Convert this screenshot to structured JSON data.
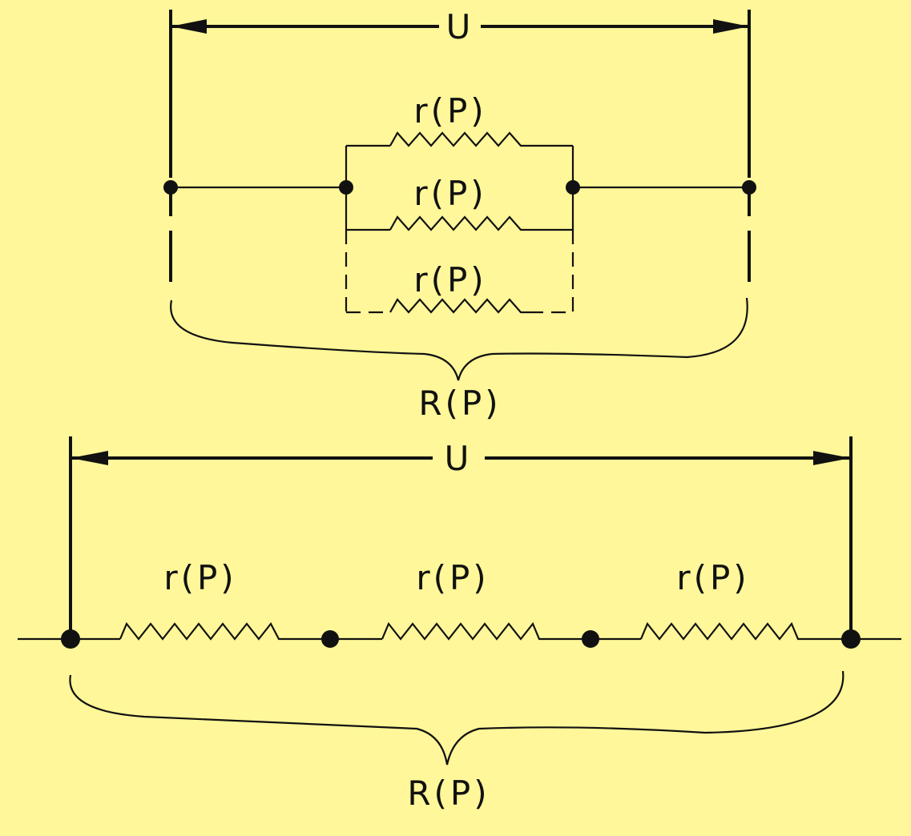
{
  "parallel": {
    "voltage_label": "U",
    "resistor_labels": [
      "r(P)",
      "r(P)",
      "r(P)"
    ],
    "total_label": "R(P)"
  },
  "series": {
    "voltage_label": "U",
    "resistor_labels": [
      "r(P)",
      "r(P)",
      "r(P)"
    ],
    "total_label": "R(P)"
  },
  "colors": {
    "background": "#fff799",
    "ink": "#111111"
  }
}
